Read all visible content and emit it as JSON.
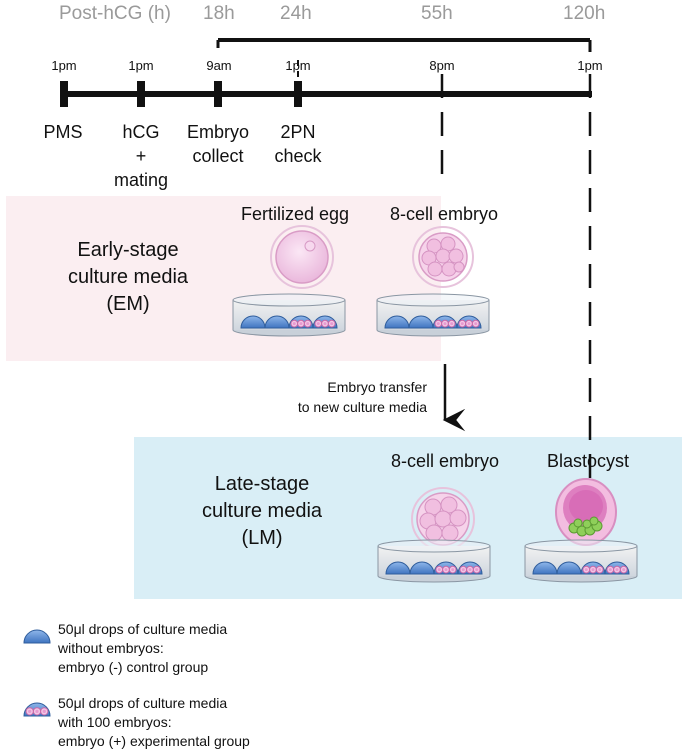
{
  "header": {
    "post_hcg_label": "Post-hCG (h)",
    "hours": [
      "18h",
      "24h",
      "55h",
      "120h"
    ]
  },
  "timeline": {
    "times": [
      "1pm",
      "1pm",
      "9am",
      "1pm",
      "8pm",
      "1pm"
    ],
    "events": [
      {
        "lines": [
          "PMS"
        ]
      },
      {
        "lines": [
          "hCG",
          "+",
          "mating"
        ]
      },
      {
        "lines": [
          "Embryo",
          "collect"
        ]
      },
      {
        "lines": [
          "2PN",
          "check"
        ]
      }
    ]
  },
  "em_panel": {
    "title_lines": [
      "Early-stage",
      "culture media",
      "(EM)"
    ],
    "stages": [
      "Fertilized egg",
      "8-cell embryo"
    ],
    "color": "#fbeef1"
  },
  "transfer": {
    "lines": [
      "Embryo transfer",
      "to new culture media"
    ]
  },
  "lm_panel": {
    "title_lines": [
      "Late-stage",
      "culture media",
      "(LM)"
    ],
    "stages": [
      "8-cell embryo",
      "Blastocyst"
    ],
    "color": "#d9eef6"
  },
  "legend": [
    {
      "icon": "control-drop-icon",
      "lines": [
        "50μl drops of culture media",
        "without embryos:",
        "embryo (-) control group"
      ]
    },
    {
      "icon": "embryo-drop-icon",
      "lines": [
        "50μl drops of culture media",
        "with 100 embryos:",
        "embryo (+) experimental group"
      ]
    }
  ],
  "colors": {
    "drop": "#5b8fd2",
    "embryo": "#e9b3d8",
    "blastocyst_icm": "#8fcf5a"
  }
}
